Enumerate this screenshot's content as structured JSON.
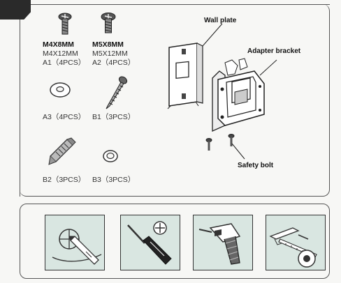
{
  "parts": [
    {
      "line1": "M4X8MM",
      "line2": "M4X12MM",
      "line3": "A1（4PCS）"
    },
    {
      "line1": "M5X8MM",
      "line2": "M5X12MM",
      "line3": "A2（4PCS）"
    },
    {
      "line3": "A3（4PCS）"
    },
    {
      "line3": "B1（3PCS）"
    },
    {
      "line3": "B2（3PCS）"
    },
    {
      "line3": "B3（3PCS）"
    }
  ],
  "callouts": {
    "wall_plate": "Wall plate",
    "adapter_bracket": "Adapter bracket",
    "safety_bolt": "Safety bolt"
  },
  "tools": [
    {
      "icon": "pencil-mark-icon"
    },
    {
      "icon": "screwdriver-icon"
    },
    {
      "icon": "drill-icon"
    },
    {
      "icon": "tape-measure-icon"
    }
  ],
  "colors": {
    "tool_tile_bg": "#d9e6e1",
    "line": "#333333",
    "corner_tab": "#2a2a2a"
  }
}
